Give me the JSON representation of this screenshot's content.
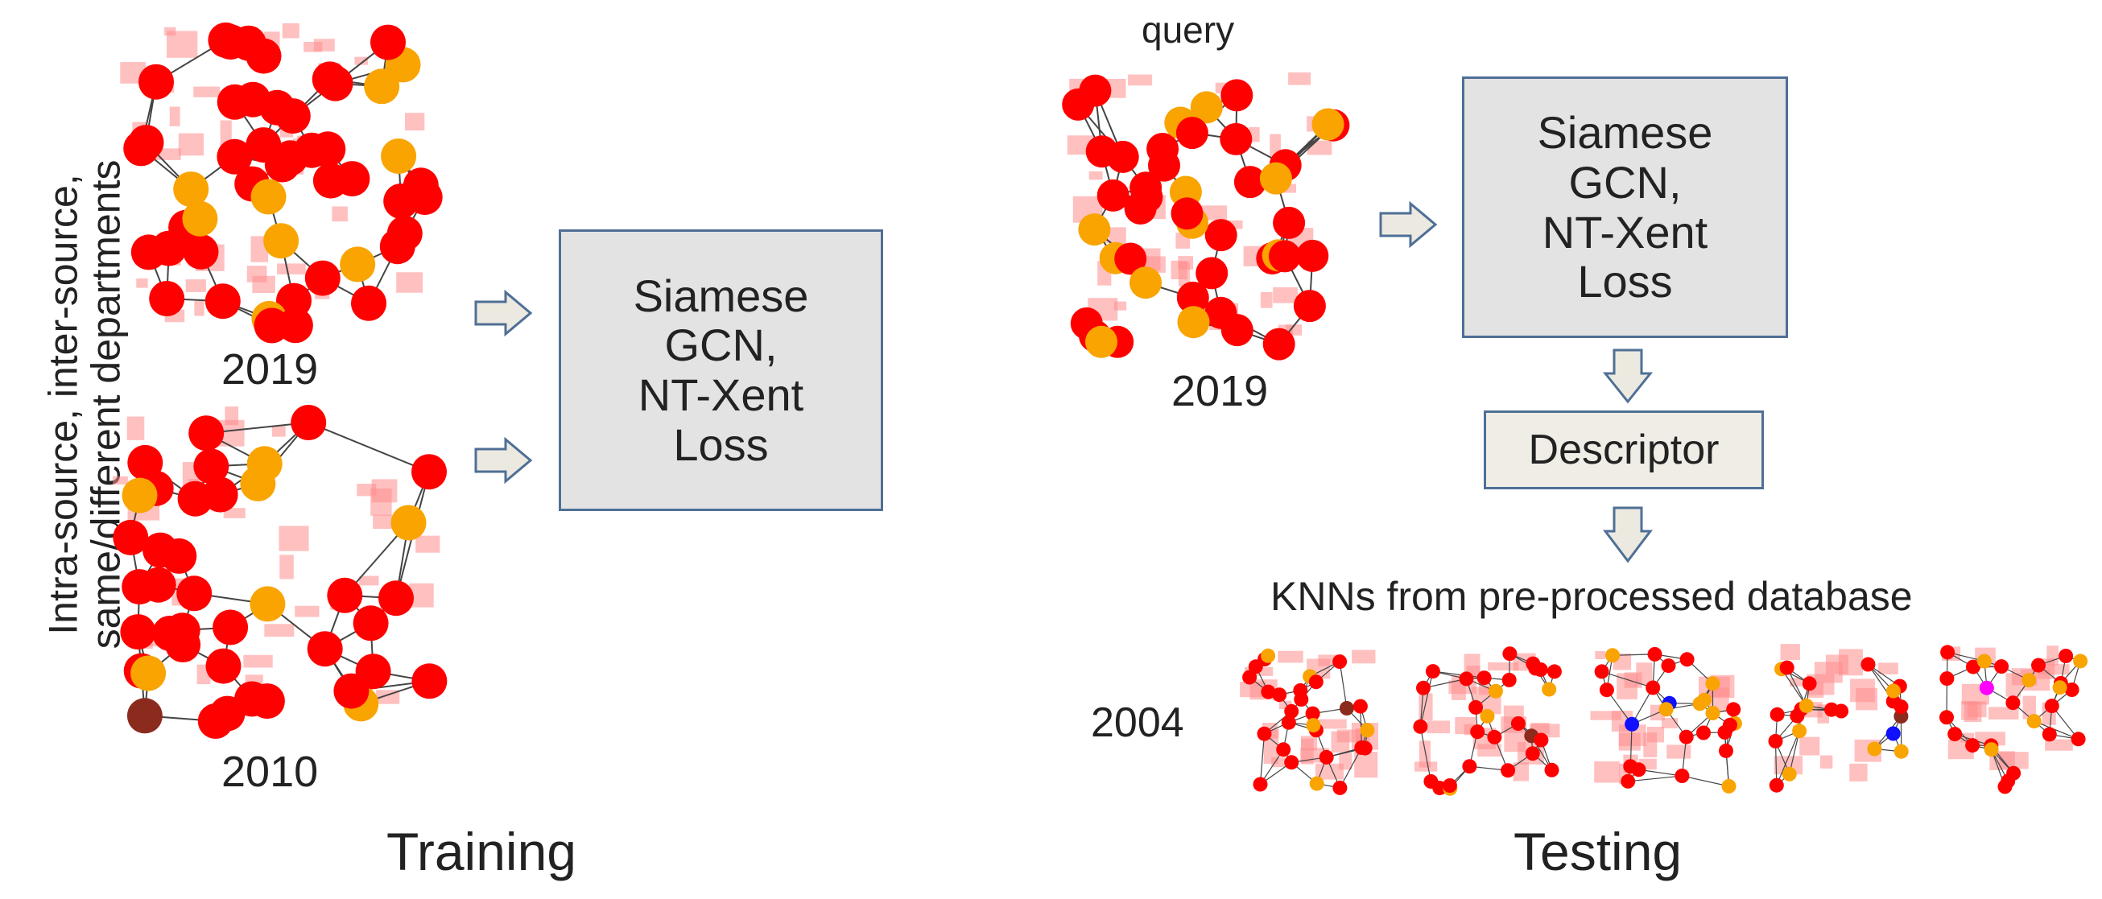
{
  "training": {
    "side_label_line1": "Intra-source, inter-source,",
    "side_label_line2": "same/different departments",
    "year_top": "2019",
    "year_bottom": "2010",
    "box_line1": "Siamese",
    "box_line2": "GCN,",
    "box_line3": "NT-Xent",
    "box_line4": "Loss",
    "section_title": "Training"
  },
  "testing": {
    "query_label": "query",
    "query_year": "2019",
    "box_line1": "Siamese",
    "box_line2": "GCN,",
    "box_line3": "NT-Xent",
    "box_line4": "Loss",
    "descriptor_label": "Descriptor",
    "knn_label": "KNNs from pre-processed database",
    "result_year": "2004",
    "section_title": "Testing"
  },
  "colors": {
    "node_red": "#ff0000",
    "node_orange": "#f9a400",
    "node_brown": "#8b2b1e",
    "node_blue": "#1010ff",
    "node_magenta": "#ff00ff",
    "box_fill": "#e3e3e3",
    "box_border": "#4f6f96",
    "arrow_fill": "#eceae0"
  }
}
